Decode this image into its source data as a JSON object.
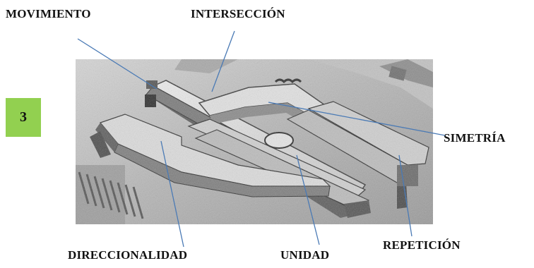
{
  "figure": {
    "number": "3",
    "labels": {
      "movimiento": "MOVIMIENTO",
      "interseccion": "INTERSECCIÓN",
      "simetria": "SIMETRÍA",
      "repeticion": "REPETICIÓN",
      "direccionalidad": "DIRECCIONALIDAD",
      "unidad": "UNIDAD"
    }
  },
  "colors": {
    "badge": "#92d050",
    "leader_line": "#4a7ab5",
    "text": "#111111"
  }
}
